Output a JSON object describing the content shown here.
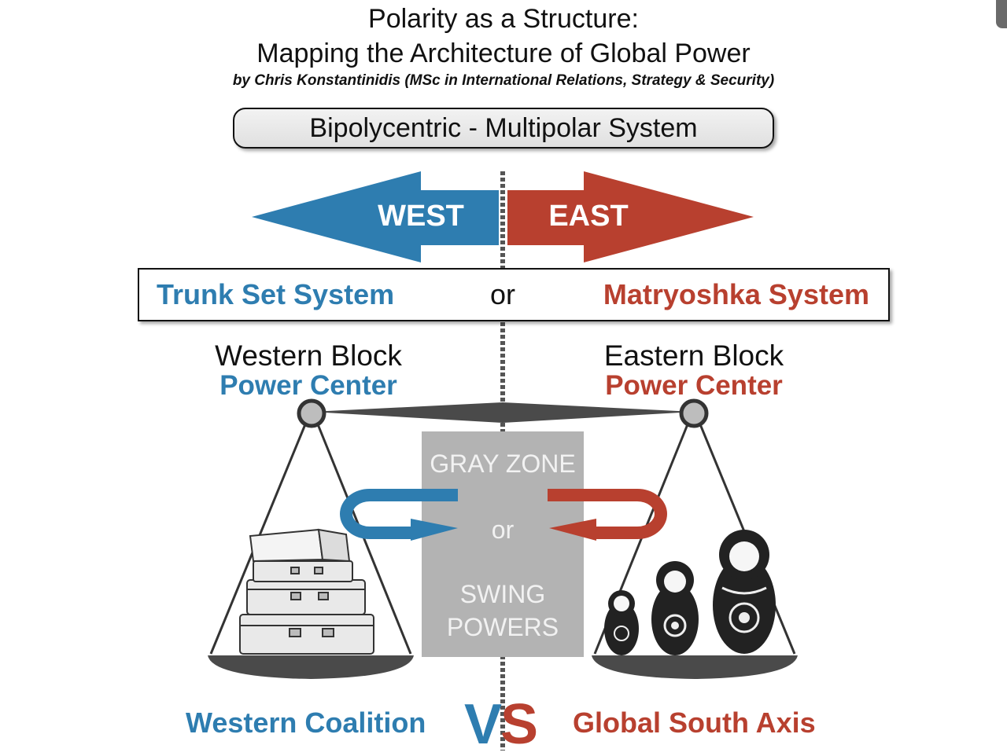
{
  "header": {
    "title_line1": "Polarity as a Structure:",
    "title_line2": "Mapping the Architecture of Global Power",
    "byline": "by Chris Konstantinidis (MSc in International Relations, Strategy & Security)"
  },
  "system_label": "Bipolycentric - Multipolar System",
  "arrows": {
    "west": "WEST",
    "east": "EAST"
  },
  "systems": {
    "left": "Trunk Set System",
    "middle": "or",
    "right": "Matryoshka System"
  },
  "blocks": {
    "west": {
      "head": "Western Block",
      "sub": "Power Center"
    },
    "east": {
      "head": "Eastern Block",
      "sub": "Power Center"
    }
  },
  "gray_zone": {
    "line1": "GRAY ZONE",
    "line2": "or",
    "line3": "SWING",
    "line4": "POWERS"
  },
  "bottom": {
    "left": "Western Coalition",
    "vs_v": "V",
    "vs_s": "S",
    "right": "Global South Axis"
  },
  "colors": {
    "west": "#2e7db0",
    "east": "#b8402f",
    "gray_zone": "#b3b3b3",
    "scale": "#4a4a4a"
  },
  "icons": [
    "trunk-stack-icon",
    "matryoshka-dolls-icon",
    "balance-scale-icon",
    "curved-arrow-icon"
  ]
}
